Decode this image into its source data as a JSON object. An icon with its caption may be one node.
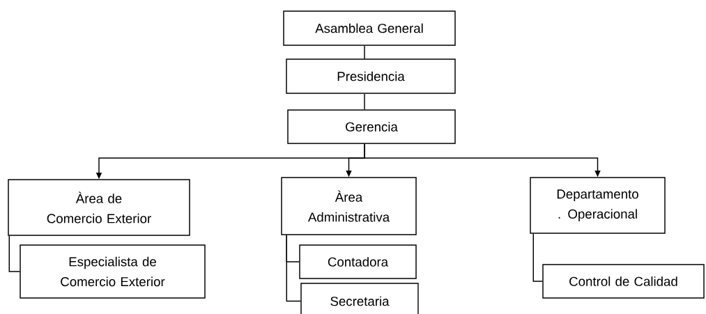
{
  "diagram": {
    "nodes": [
      {
        "text": [
          "Asamblea General"
        ]
      },
      {
        "text": [
          "Presidencia"
        ]
      },
      {
        "text": [
          "Gerencia"
        ]
      },
      {
        "text": [
          "Àrea de Comercio Exterior"
        ]
      },
      {
        "text": [
          "Especialista de Comercio Exterior"
        ]
      },
      {
        "text": [
          "Àrea Administrativa"
        ]
      },
      {
        "text": [
          "Contadora"
        ]
      },
      {
        "text": [
          "Secretaria"
        ]
      },
      {
        "text": [
          "Departamento . Operacional"
        ]
      },
      {
        "text": [
          "Control de Calidad"
        ]
      }
    ],
    "edges": [
      {
        "from": 0,
        "to": 1,
        "arrow": "none"
      },
      {
        "from": 1,
        "to": 2,
        "arrow": "none"
      },
      {
        "from": 2,
        "to": 3,
        "arrow": "to"
      },
      {
        "from": 2,
        "to": 5,
        "arrow": "to"
      },
      {
        "from": 2,
        "to": 8,
        "arrow": "to"
      },
      {
        "from": 3,
        "to": 4,
        "arrow": "none"
      },
      {
        "from": 5,
        "to": 6,
        "arrow": "none"
      },
      {
        "from": 5,
        "to": 7,
        "arrow": "none"
      },
      {
        "from": 8,
        "to": 9,
        "arrow": "none"
      }
    ]
  }
}
